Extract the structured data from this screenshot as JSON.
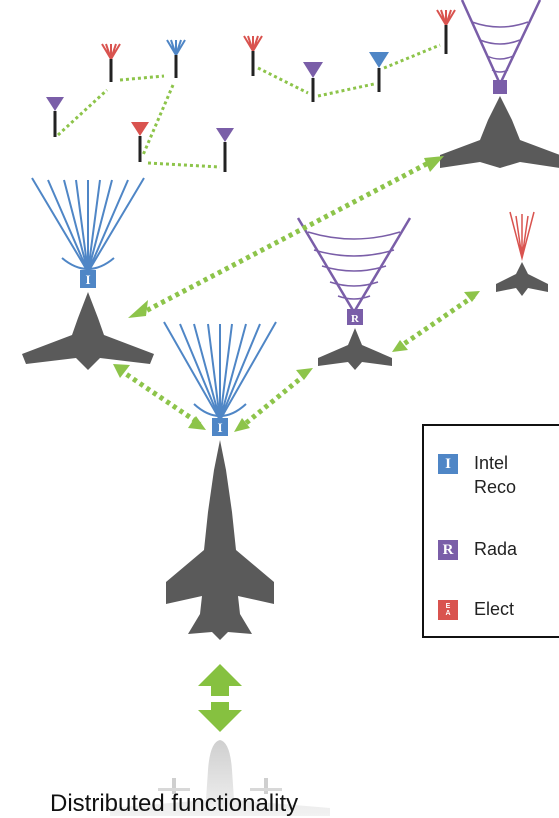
{
  "colors": {
    "intel": "#4f86c6",
    "radar": "#7a5ea8",
    "ea": "#d9534f",
    "link": "#8dc44a",
    "aircraft": "#5a5a5a",
    "arrow": "#86c140"
  },
  "node_badges": {
    "intel": "I",
    "radar": "R"
  },
  "legend": {
    "items": [
      {
        "key": "intel",
        "badge": "I",
        "text": "Intel\nReco"
      },
      {
        "key": "radar",
        "badge": "R",
        "text": "Rada"
      },
      {
        "key": "ea",
        "badge_top": "E",
        "badge_bottom": "A",
        "text": "Elect"
      }
    ]
  },
  "caption": "Distributed functionality"
}
